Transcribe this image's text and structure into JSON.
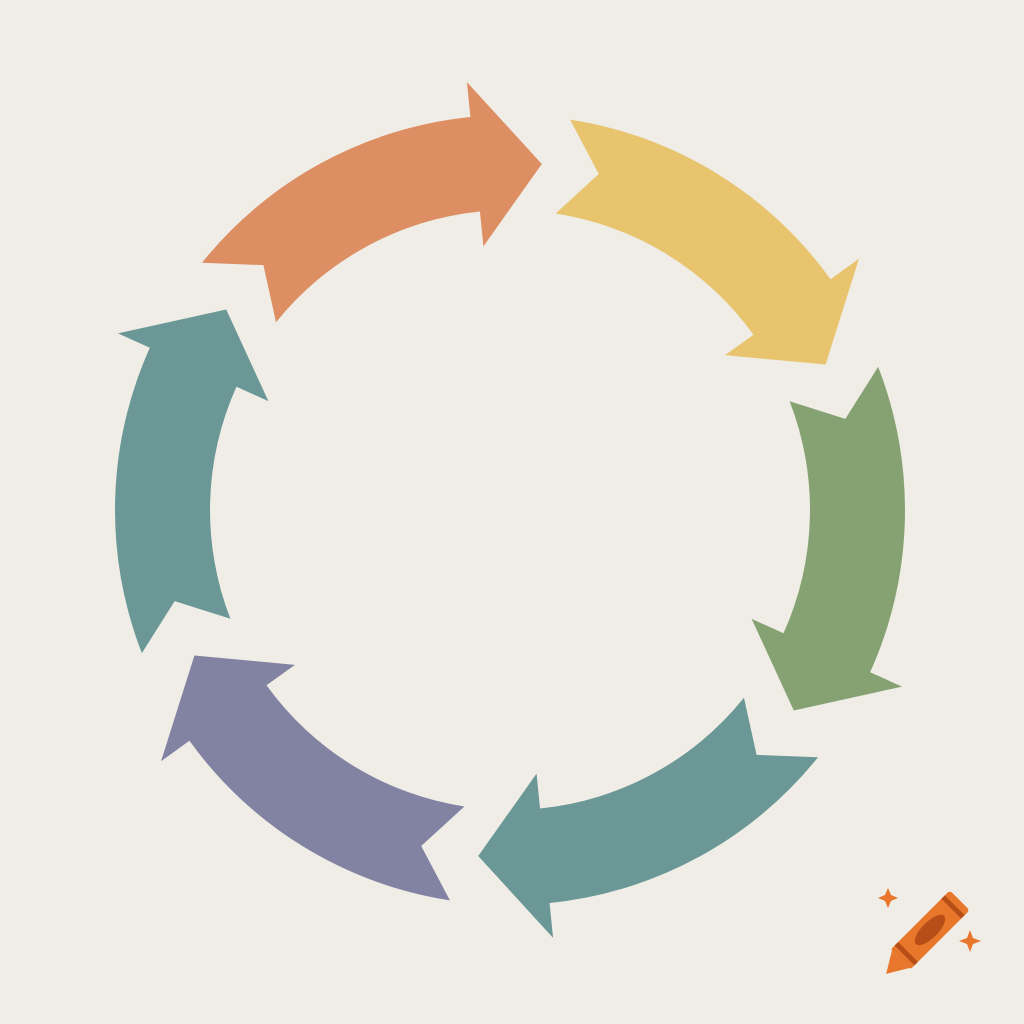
{
  "diagram": {
    "type": "cycle",
    "background": "#efede6",
    "arrows": [
      {
        "color": "#dd8e63",
        "direction": "clockwise"
      },
      {
        "color": "#e9c46f",
        "direction": "clockwise"
      },
      {
        "color": "#86a272",
        "direction": "clockwise"
      },
      {
        "color": "#6b9896",
        "direction": "clockwise"
      },
      {
        "color": "#8283a2",
        "direction": "clockwise"
      },
      {
        "color": "#6b9896",
        "direction": "clockwise"
      }
    ]
  },
  "watermark": {
    "icon": "crayon-icon",
    "body_color": "#e8762b",
    "band_color": "#b84e17",
    "sparkle_color": "#e8762b"
  }
}
